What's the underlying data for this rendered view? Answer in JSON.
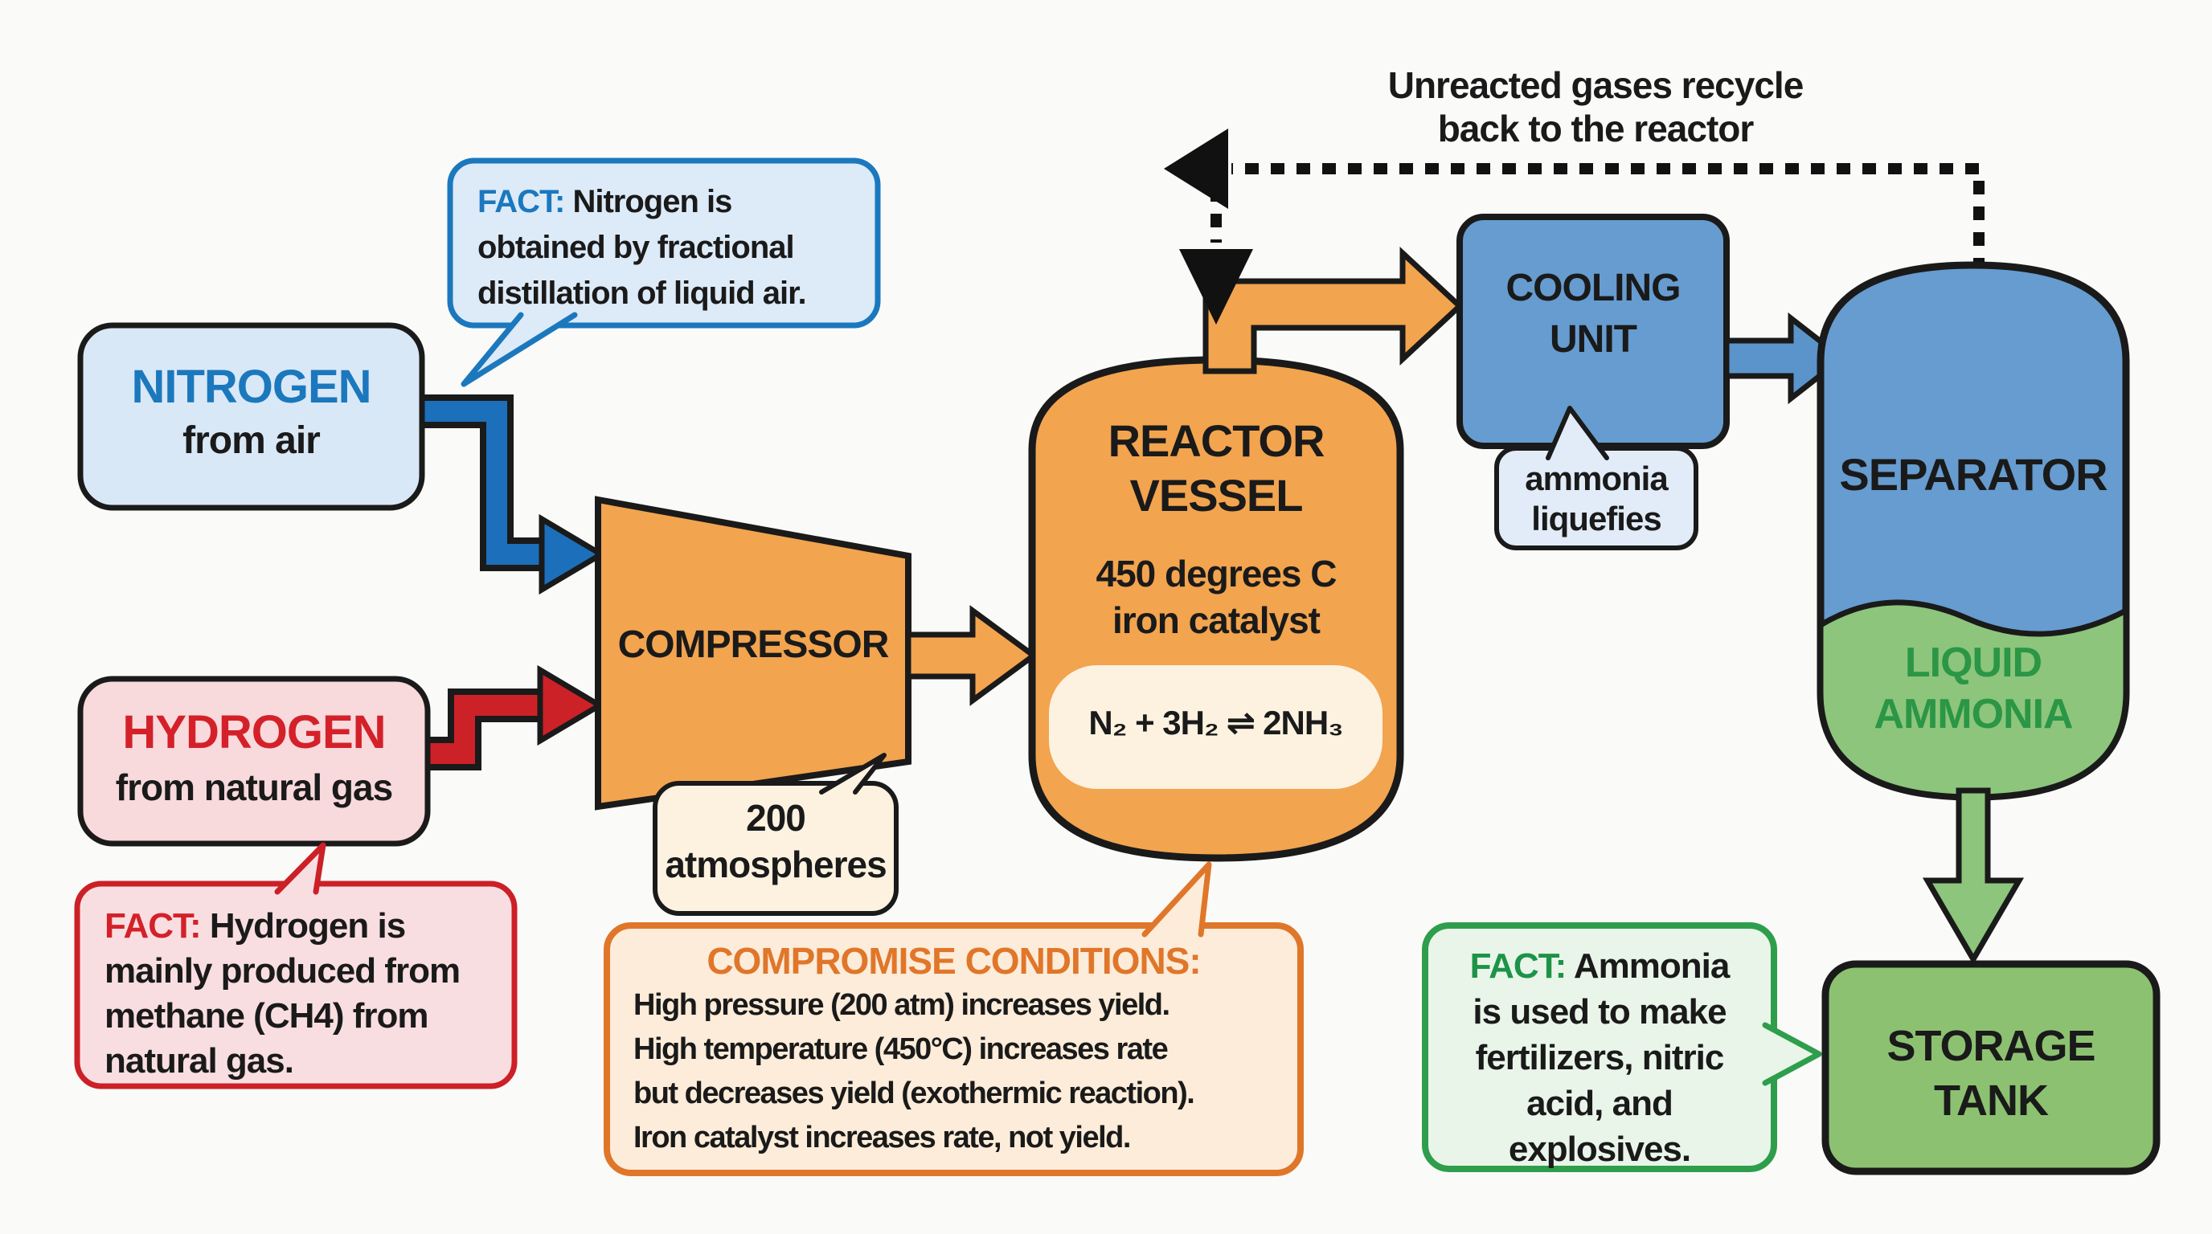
{
  "recycle_label": {
    "line1": "Unreacted gases recycle",
    "line2": "back to the reactor"
  },
  "nodes": {
    "nitrogen": {
      "title": "NITROGEN",
      "subtitle": "from air"
    },
    "hydrogen": {
      "title": "HYDROGEN",
      "subtitle": "from natural gas"
    },
    "compressor": {
      "label": "COMPRESSOR"
    },
    "compressor_note": {
      "line1": "200",
      "line2": "atmospheres"
    },
    "reactor": {
      "title_line1": "REACTOR",
      "title_line2": "VESSEL",
      "condition1": "450 degrees C",
      "condition2": "iron catalyst",
      "equation": "N₂ + 3H₂ ⇌ 2NH₃"
    },
    "cooling": {
      "line1": "COOLING",
      "line2": "UNIT"
    },
    "cooling_note": {
      "line1": "ammonia",
      "line2": "liquefies"
    },
    "separator": {
      "title": "SEPARATOR",
      "lower_line1": "LIQUID",
      "lower_line2": "AMMONIA"
    },
    "storage": {
      "line1": "STORAGE",
      "line2": "TANK"
    }
  },
  "facts": {
    "nitrogen": {
      "label": "FACT:",
      "line1": "Nitrogen is",
      "lines": [
        "obtained by fractional",
        "distillation of liquid air."
      ]
    },
    "hydrogen": {
      "label": "FACT:",
      "line1": "Hydrogen is",
      "lines": [
        "mainly produced from",
        "methane (CH4) from",
        "natural gas."
      ]
    },
    "ammonia": {
      "label": "FACT:",
      "line1": "Ammonia",
      "lines": [
        "is used to make",
        "fertilizers, nitric",
        "acid, and",
        "explosives."
      ]
    },
    "compromise": {
      "title": "COMPROMISE CONDITIONS:",
      "lines": [
        "High pressure (200 atm) increases yield.",
        "High temperature (450°C) increases rate",
        "but decreases yield (exothermic reaction).",
        "Iron catalyst increases rate, not yield."
      ]
    }
  },
  "icons": {
    "equilibrium-arrows": "⇌",
    "recycle-arrow": "black dashed elbow arrow",
    "flow-arrow": "block arrow"
  },
  "colors": {
    "background": "#fafaf8",
    "outline": "#1a1a1a",
    "nitrogen_fill": "#d9e8f6",
    "nitrogen_fact_fill": "#ddeaf8",
    "nitrogen_text": "#1b78bd",
    "blue_pipe": "#1c6fba",
    "hydrogen_fill": "#f8d9dc",
    "hydrogen_fact_fill": "#f9dee1",
    "hydrogen_text": "#d42129",
    "red_pipe": "#cd2128",
    "red_border": "#cc2027",
    "orange_fill": "#f2a44f",
    "orange_border": "#e0762a",
    "cream_fill": "#fdf2e0",
    "compromise_fill": "#fcecd9",
    "cooling_fill": "#669ccf",
    "cooling_note_fill": "#e2ecf8",
    "blue_arrow": "#5b94cb",
    "separator_green": "#8cc57b",
    "liquid_ammonia_text": "#2a9646",
    "storage_fill": "#8cc171",
    "green_border": "#2e9e4c",
    "green_fact_fill": "#e9f5e9",
    "dashed_line": "#111111"
  }
}
